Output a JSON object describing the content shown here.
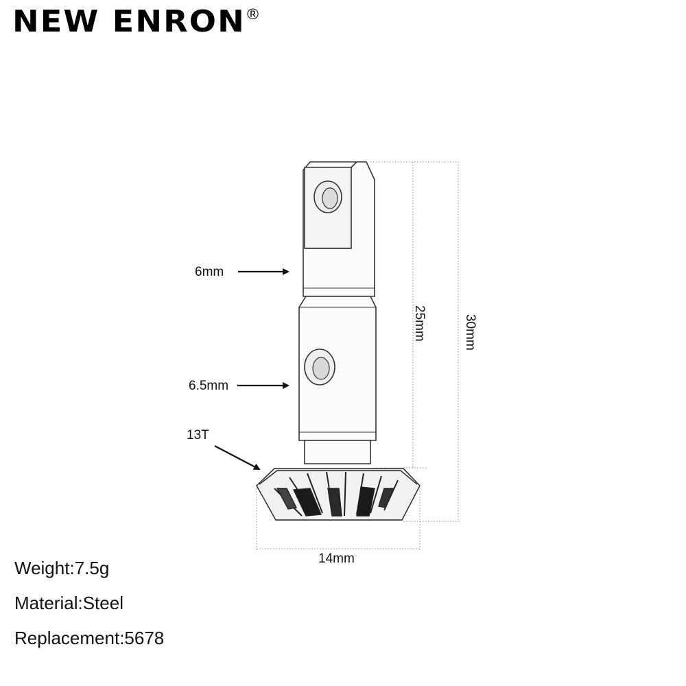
{
  "brand": {
    "name": "NEW ENRON",
    "mark": "®"
  },
  "dimensions": {
    "shaft_diameter_top": "6mm",
    "shaft_diameter_bottom": "6.5mm",
    "teeth": "13T",
    "shaft_length": "25mm",
    "total_length": "30mm",
    "gear_diameter": "14mm"
  },
  "specs": [
    {
      "label": "Weight:",
      "value": "7.5g"
    },
    {
      "label": "Material:",
      "value": "Steel"
    },
    {
      "label": "Replacement:",
      "value": "5678"
    }
  ],
  "colors": {
    "text": "#111111",
    "outline": "#333333",
    "dim_line": "#888888"
  }
}
